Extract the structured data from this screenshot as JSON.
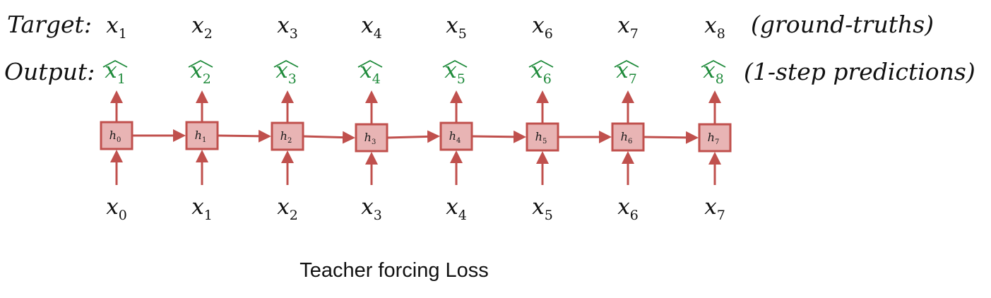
{
  "diagram": {
    "target_label": "Target:",
    "output_label": "Output:",
    "target_note": "(ground-truths)",
    "output_note": "(1-step predictions)",
    "caption": "Teacher forcing Loss",
    "colors": {
      "cell_fill": "#e8b4b4",
      "cell_stroke": "#c0504d",
      "arrow": "#c0504d",
      "prediction_text": "#1e8a3a",
      "text": "#111111"
    },
    "targets": [
      {
        "base": "x",
        "sub": "1"
      },
      {
        "base": "x",
        "sub": "2"
      },
      {
        "base": "x",
        "sub": "3"
      },
      {
        "base": "x",
        "sub": "4"
      },
      {
        "base": "x",
        "sub": "5"
      },
      {
        "base": "x",
        "sub": "6"
      },
      {
        "base": "x",
        "sub": "7"
      },
      {
        "base": "x",
        "sub": "8"
      }
    ],
    "outputs": [
      {
        "base": "x",
        "sub": "1"
      },
      {
        "base": "x",
        "sub": "2"
      },
      {
        "base": "x",
        "sub": "3"
      },
      {
        "base": "x",
        "sub": "4"
      },
      {
        "base": "x",
        "sub": "5"
      },
      {
        "base": "x",
        "sub": "6"
      },
      {
        "base": "x",
        "sub": "7"
      },
      {
        "base": "x",
        "sub": "8"
      }
    ],
    "hidden": [
      {
        "base": "h",
        "sub": "0"
      },
      {
        "base": "h",
        "sub": "1"
      },
      {
        "base": "h",
        "sub": "2"
      },
      {
        "base": "h",
        "sub": "3"
      },
      {
        "base": "h",
        "sub": "4"
      },
      {
        "base": "h",
        "sub": "5"
      },
      {
        "base": "h",
        "sub": "6"
      },
      {
        "base": "h",
        "sub": "7"
      }
    ],
    "inputs": [
      {
        "base": "x",
        "sub": "0"
      },
      {
        "base": "x",
        "sub": "1"
      },
      {
        "base": "x",
        "sub": "2"
      },
      {
        "base": "x",
        "sub": "3"
      },
      {
        "base": "x",
        "sub": "4"
      },
      {
        "base": "x",
        "sub": "5"
      },
      {
        "base": "x",
        "sub": "6"
      },
      {
        "base": "x",
        "sub": "7"
      }
    ]
  }
}
